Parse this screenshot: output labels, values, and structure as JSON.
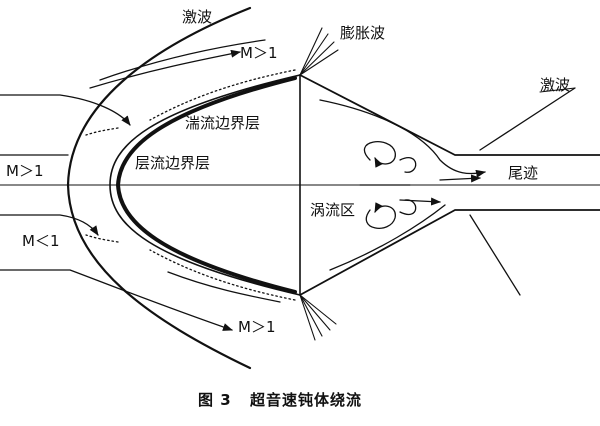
{
  "labels": {
    "shock_top": "激波",
    "m_top": "M＞1",
    "expansion": "膨胀波",
    "shock_right": "激波",
    "turbulent_bl": "湍流边界层",
    "m_left": "M＞1",
    "laminar_bl": "层流边界层",
    "wake": "尾迹",
    "vortex_region": "涡流区",
    "m_less": "M＜1",
    "m_bottom": "M＞1"
  },
  "caption": {
    "figure_no": "图 3",
    "title": "超音速钝体绕流"
  }
}
